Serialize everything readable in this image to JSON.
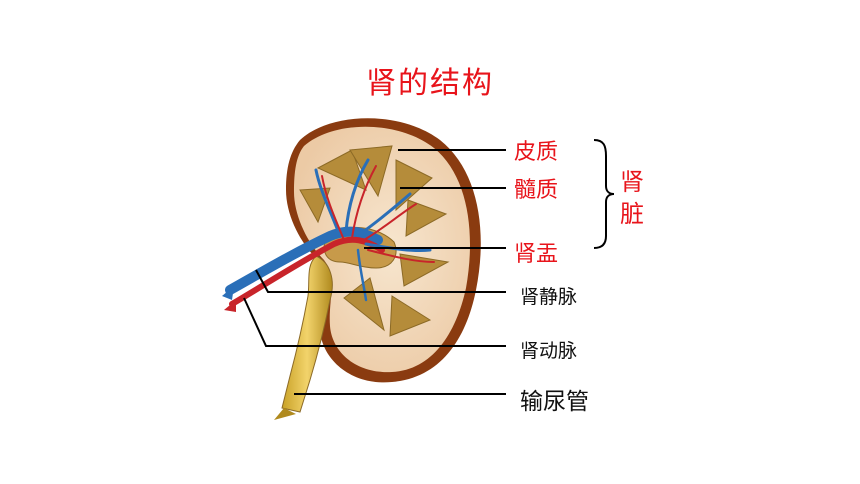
{
  "title": "肾的结构",
  "labels": {
    "cortex": "皮质",
    "medulla": "髓质",
    "pelvis": "肾盂",
    "renal_vein": "肾静脉",
    "renal_artery": "肾动脉",
    "ureter": "输尿管"
  },
  "group_label": "肾脏",
  "colors": {
    "accent_red": "#e8141b",
    "text_black": "#111111",
    "capsule": "#8a3b10",
    "cortex": "#f1d7b8",
    "pyramid": "#b58c3a",
    "vein": "#2a6fb8",
    "artery": "#c8242a"
  }
}
